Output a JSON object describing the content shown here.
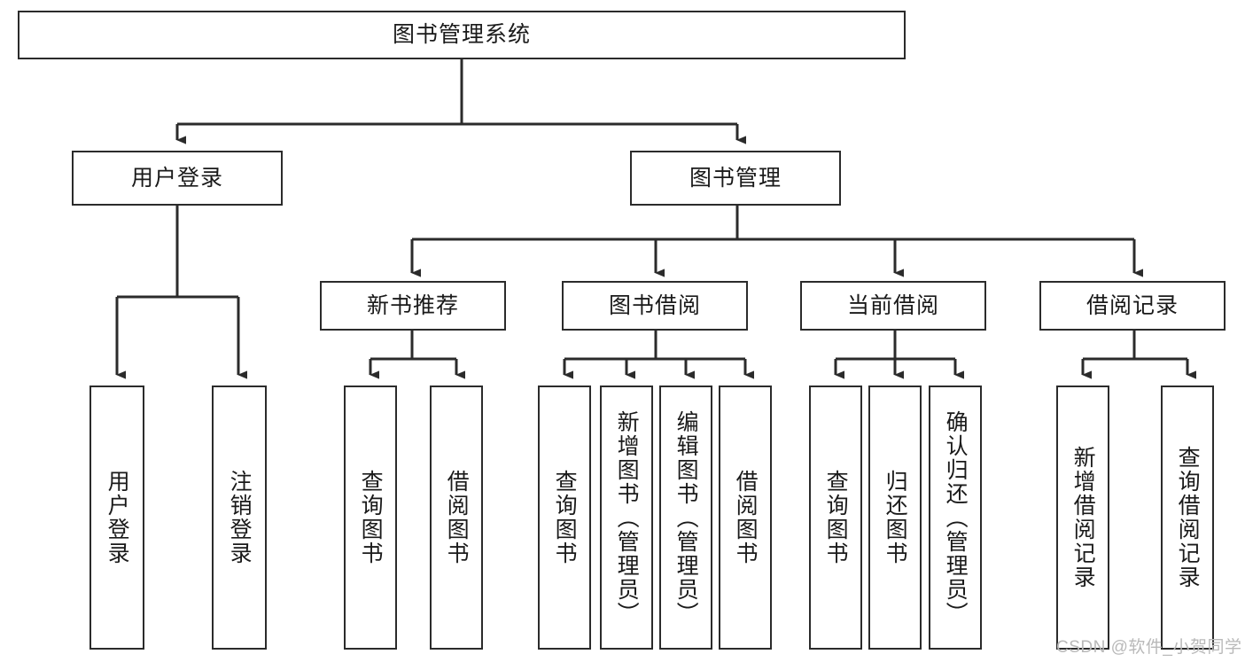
{
  "diagram": {
    "type": "tree-hierarchy-chart",
    "title": "图书管理系统",
    "orientation": "top-down",
    "colors": {
      "box_border": "#2b2b2b",
      "box_fill": "#ffffff",
      "connector": "#2b2b2b",
      "text": "#1a1a1a",
      "watermark": "#b9b9b9",
      "background": "#ffffff"
    },
    "root": {
      "id": "root",
      "label": "图书管理系统",
      "orientation": "horizontal"
    },
    "level2": [
      {
        "id": "user-login",
        "label": "用户登录",
        "orientation": "horizontal"
      },
      {
        "id": "book-management",
        "label": "图书管理",
        "orientation": "horizontal"
      }
    ],
    "level3": [
      {
        "id": "new-book-recommend",
        "label": "新书推荐",
        "orientation": "horizontal",
        "parent": "book-management"
      },
      {
        "id": "book-borrow",
        "label": "图书借阅",
        "orientation": "horizontal",
        "parent": "book-management"
      },
      {
        "id": "current-borrow",
        "label": "当前借阅",
        "orientation": "horizontal",
        "parent": "book-management"
      },
      {
        "id": "borrow-record",
        "label": "借阅记录",
        "orientation": "horizontal",
        "parent": "book-management"
      }
    ],
    "leaves": [
      {
        "id": "leaf-user-login",
        "label": "用户登录",
        "parent": "user-login",
        "orientation": "vertical"
      },
      {
        "id": "leaf-user-logout",
        "label": "注销登录",
        "parent": "user-login",
        "orientation": "vertical"
      },
      {
        "id": "leaf-query-book-a",
        "label": "查询图书",
        "parent": "new-book-recommend",
        "orientation": "vertical"
      },
      {
        "id": "leaf-borrow-book-a",
        "label": "借阅图书",
        "parent": "new-book-recommend",
        "orientation": "vertical"
      },
      {
        "id": "leaf-query-book-b",
        "label": "查询图书",
        "parent": "book-borrow",
        "orientation": "vertical"
      },
      {
        "id": "leaf-add-book",
        "label": "新增图书（管理员）",
        "parent": "book-borrow",
        "orientation": "vertical"
      },
      {
        "id": "leaf-edit-book",
        "label": "编辑图书（管理员）",
        "parent": "book-borrow",
        "orientation": "vertical"
      },
      {
        "id": "leaf-borrow-book-b",
        "label": "借阅图书",
        "parent": "book-borrow",
        "orientation": "vertical"
      },
      {
        "id": "leaf-query-book-c",
        "label": "查询图书",
        "parent": "current-borrow",
        "orientation": "vertical"
      },
      {
        "id": "leaf-return-book",
        "label": "归还图书",
        "parent": "current-borrow",
        "orientation": "vertical"
      },
      {
        "id": "leaf-confirm-return",
        "label": "确认归还（管理员）",
        "parent": "current-borrow",
        "orientation": "vertical"
      },
      {
        "id": "leaf-add-record",
        "label": "新增借阅记录",
        "parent": "borrow-record",
        "orientation": "vertical"
      },
      {
        "id": "leaf-query-record",
        "label": "查询借阅记录",
        "parent": "borrow-record",
        "orientation": "vertical"
      }
    ]
  },
  "watermark": {
    "text": "CSDN @软件_小贺同学"
  }
}
